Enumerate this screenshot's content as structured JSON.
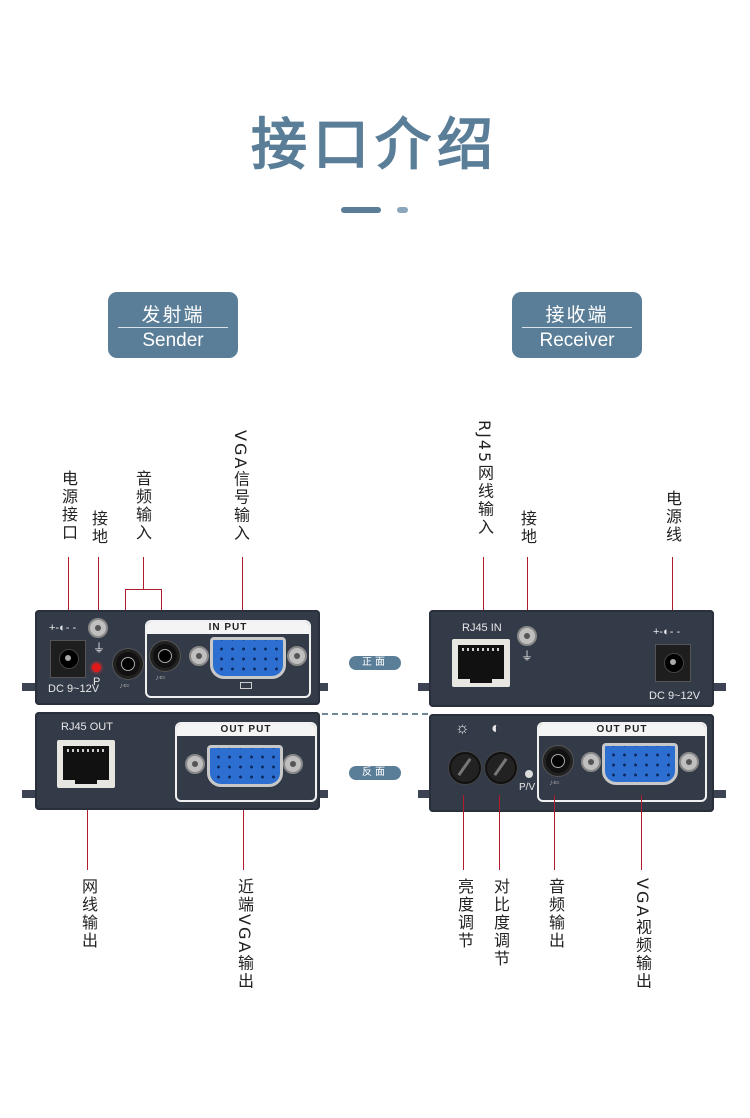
{
  "header": {
    "title": "接口介绍"
  },
  "sender": {
    "badge": {
      "cn": "发射端",
      "en": "Sender"
    },
    "top_labels": [
      "电源接口",
      "接地",
      "音频输入",
      "VGA信号输入"
    ],
    "bottom_labels": [
      "网线输出",
      "近端VGA输出"
    ],
    "front": {
      "power_symbol": "+-◐- -",
      "power_spec": "DC 9~12V",
      "led_label": "P",
      "vga_header": "IN   PUT"
    },
    "back": {
      "rj45_label": "RJ45 OUT",
      "vga_header": "OUT  PUT"
    }
  },
  "receiver": {
    "badge": {
      "cn": "接收端",
      "en": "Receiver"
    },
    "top_labels": [
      "RJ45网线输入",
      "接地",
      "电源线"
    ],
    "bottom_labels": [
      "亮度调节",
      "对比度调节",
      "音频输出",
      "VGA视频输出"
    ],
    "front": {
      "rj45_label": "RJ45 IN",
      "power_symbol": "+-◐- -",
      "power_spec": "DC 9~12V"
    },
    "back": {
      "led_label": "P/V",
      "vga_header": "OUT PUT",
      "brightness_icon": "☼",
      "contrast_icon": "◐"
    }
  },
  "side_labels": {
    "front": "正面",
    "back": "反面"
  },
  "colors": {
    "accent": "#5b7e98",
    "leader_line": "#b01c2e",
    "panel": "#333a48",
    "vga_port": "#2c6fd0"
  }
}
